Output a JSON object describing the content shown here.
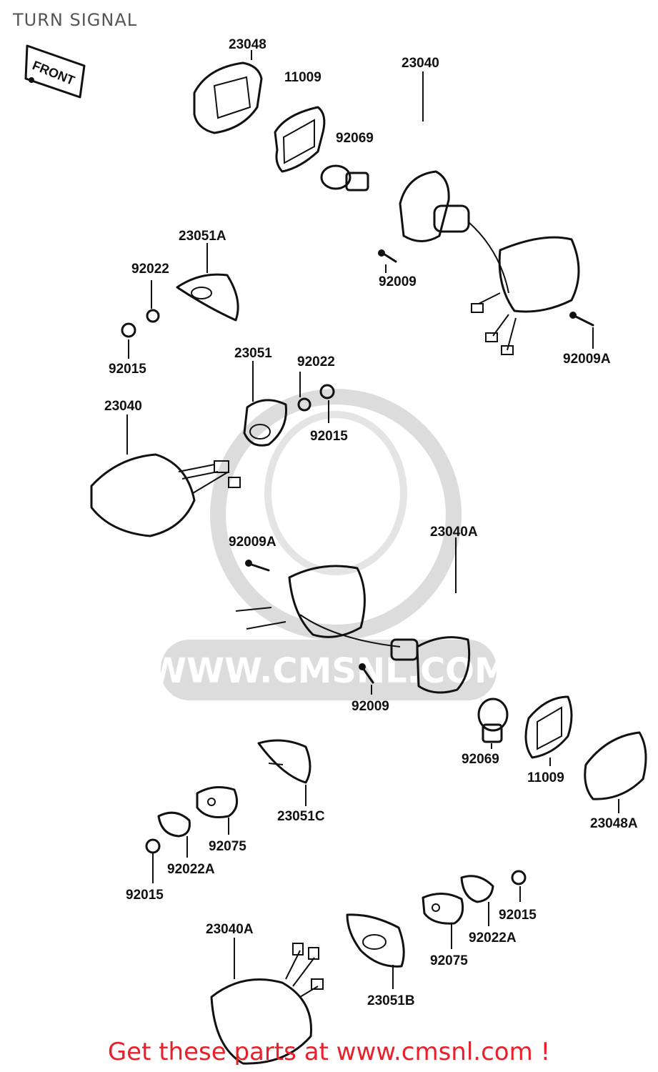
{
  "title": "TURN SIGNAL",
  "front_marker": "FRONT",
  "watermark": "WWW.CMSNL.COM",
  "footer": "Get these parts at www.cmsnl.com !",
  "colors": {
    "footer": "#e8202a",
    "title": "#555555",
    "watermark": "#dcdcdc"
  },
  "parts": [
    {
      "number": "23048"
    },
    {
      "number": "11009"
    },
    {
      "number": "23040"
    },
    {
      "number": "92069"
    },
    {
      "number": "23051A"
    },
    {
      "number": "92022"
    },
    {
      "number": "92009"
    },
    {
      "number": "92015"
    },
    {
      "number": "92009A"
    },
    {
      "number": "23051"
    },
    {
      "number": "92022"
    },
    {
      "number": "23040"
    },
    {
      "number": "92015"
    },
    {
      "number": "92009A"
    },
    {
      "number": "23040A"
    },
    {
      "number": "92009"
    },
    {
      "number": "92069"
    },
    {
      "number": "11009"
    },
    {
      "number": "23051C"
    },
    {
      "number": "23048A"
    },
    {
      "number": "92075"
    },
    {
      "number": "92022A"
    },
    {
      "number": "92015"
    },
    {
      "number": "23040A"
    },
    {
      "number": "92015"
    },
    {
      "number": "92022A"
    },
    {
      "number": "92075"
    },
    {
      "number": "23051B"
    }
  ]
}
